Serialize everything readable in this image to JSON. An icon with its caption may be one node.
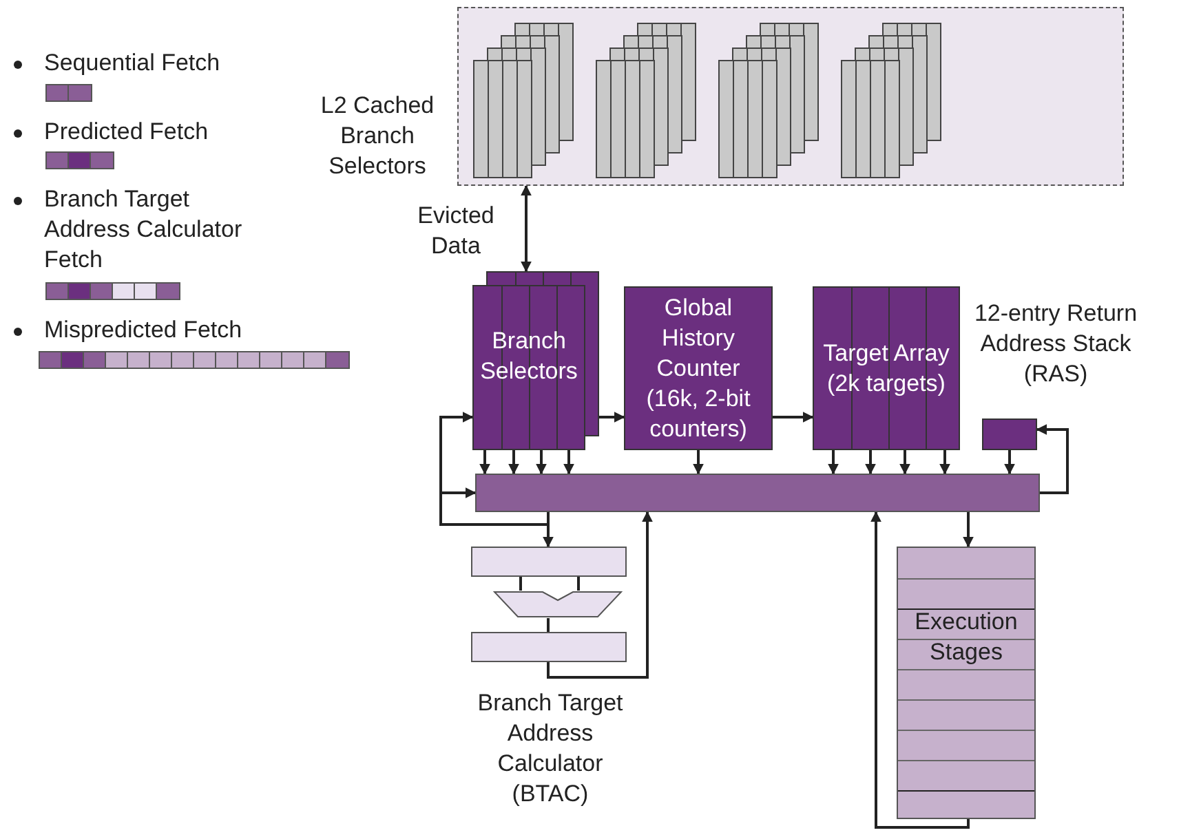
{
  "diagram": {
    "nodes": [
      {
        "text": [
          "L2 Cached Branch Selectors"
        ]
      },
      {
        "text": [
          "Branch Selectors"
        ]
      },
      {
        "text": [
          "Global History Counter (16k, 2-bit counters)"
        ]
      },
      {
        "text": [
          "Target Array (2k targets)"
        ]
      },
      {
        "text": [
          "12-entry Return Address Stack (RAS)"
        ]
      },
      {
        "text": [],
        "shape": "bar"
      },
      {
        "text": [],
        "shape": "box"
      },
      {
        "text": [],
        "shape": "trapezoid"
      },
      {
        "text": [],
        "shape": "box",
        "beside": [
          "Branch Target Address Calculator (BTAC)"
        ]
      },
      {
        "text": [
          "Execution Stages"
        ]
      }
    ],
    "edges": [
      {
        "from": 0,
        "to": 1,
        "arrow": "both",
        "label": "Evicted Data"
      },
      {
        "from": 1,
        "to": 2,
        "arrow": "to"
      },
      {
        "from": 2,
        "to": 3,
        "arrow": "to"
      },
      {
        "from": 1,
        "to": 5,
        "arrow": "to"
      },
      {
        "from": 1,
        "to": 5,
        "arrow": "to"
      },
      {
        "from": 1,
        "to": 5,
        "arrow": "to"
      },
      {
        "from": 1,
        "to": 5,
        "arrow": "to"
      },
      {
        "from": 2,
        "to": 5,
        "arrow": "to"
      },
      {
        "from": 3,
        "to": 5,
        "arrow": "to"
      },
      {
        "from": 3,
        "to": 5,
        "arrow": "to"
      },
      {
        "from": 3,
        "to": 5,
        "arrow": "to"
      },
      {
        "from": 3,
        "to": 5,
        "arrow": "to"
      },
      {
        "from": 4,
        "to": 5,
        "arrow": "to"
      },
      {
        "from": 5,
        "to": 4,
        "arrow": "to"
      },
      {
        "from": 5,
        "to": 1,
        "arrow": "to"
      },
      {
        "from": 5,
        "to": 5,
        "arrow": "to"
      },
      {
        "from": 5,
        "to": 6,
        "arrow": "to"
      },
      {
        "from": 6,
        "to": 7,
        "arrow": "none"
      },
      {
        "from": 6,
        "to": 7,
        "arrow": "none"
      },
      {
        "from": 7,
        "to": 8,
        "arrow": "none"
      },
      {
        "from": 8,
        "to": 5,
        "arrow": "to"
      },
      {
        "from": 5,
        "to": 9,
        "arrow": "to"
      },
      {
        "from": 9,
        "to": 5,
        "arrow": "to"
      }
    ],
    "legend": [
      {
        "text": "Sequential Fetch"
      },
      {
        "text": "Predicted Fetch"
      },
      {
        "text": "Branch Target Address Calculator Fetch"
      },
      {
        "text": "Mispredicted Fetch"
      }
    ]
  }
}
